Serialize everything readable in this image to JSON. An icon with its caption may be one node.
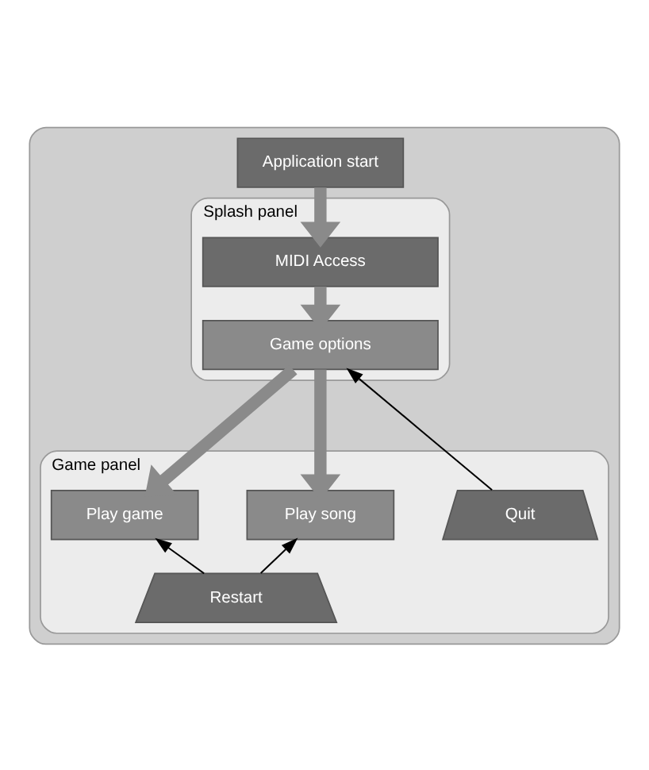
{
  "diagram": {
    "nodes": [
      {
        "text": [],
        "shape": "box"
      },
      {
        "text": [
          "Application start"
        ],
        "in": 0
      },
      {
        "text": [
          "Splash panel"
        ],
        "in": 0
      },
      {
        "text": [
          "MIDI Access"
        ],
        "in": 2
      },
      {
        "text": [
          "Game options"
        ],
        "in": 2
      },
      {
        "text": [
          "Game panel"
        ],
        "in": 0
      },
      {
        "text": [
          "Play game"
        ],
        "in": 5
      },
      {
        "text": [
          "Play song"
        ],
        "in": 5
      },
      {
        "text": [
          "Restart"
        ],
        "in": 5
      },
      {
        "text": [
          "Quit"
        ],
        "in": 5
      }
    ],
    "edges": [
      {
        "from": 1,
        "to": 3,
        "arrow": "to"
      },
      {
        "from": 3,
        "to": 4,
        "arrow": "to"
      },
      {
        "from": 4,
        "to": 6,
        "arrow": "to"
      },
      {
        "from": 4,
        "to": 7,
        "arrow": "to"
      },
      {
        "from": 8,
        "to": 6,
        "arrow": "to",
        "color": "#000000"
      },
      {
        "from": 8,
        "to": 7,
        "arrow": "to",
        "color": "#000000"
      },
      {
        "from": 9,
        "to": 4,
        "arrow": "to",
        "color": "#000000"
      }
    ]
  }
}
